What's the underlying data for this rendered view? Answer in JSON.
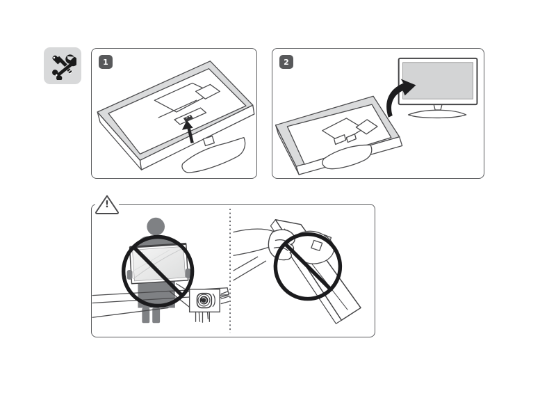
{
  "page": {
    "type": "tv-stand-assembly-instructions",
    "background": "#ffffff"
  },
  "setup_icon": {
    "name": "tools-icon",
    "background": "#d8d9da",
    "glyph_color": "#1a1a1a"
  },
  "steps": [
    {
      "number": "1",
      "illustration": "attach-stand-base-to-back-of-tv",
      "arrow_icon": "up-arrow-icon"
    },
    {
      "number": "2",
      "illustration": "stand-attached-lift-tv-upright",
      "arrow_icon": "curved-lift-arrow-icon"
    }
  ],
  "caution": {
    "symbol": "!",
    "icon": "warning-triangle-icon",
    "scenes": [
      {
        "name": "do-not-press-screen-while-carrying",
        "icon": "prohibition-icon",
        "detail_icon": "fingertip-pressing-screen-icon"
      },
      {
        "name": "do-not-carry-tv-upside-down-by-stand",
        "icon": "prohibition-icon"
      }
    ]
  },
  "badge_style": {
    "background": "#58595b",
    "text_color": "#ffffff"
  },
  "colors": {
    "panel_border": "#58595b",
    "line_art": "#4a4a4c",
    "shade_gray": "#dadbdc",
    "screen_gray": "#d3d4d5",
    "silhouette_gray": "#7f8184",
    "prohibition_black": "#1b1b1d"
  }
}
